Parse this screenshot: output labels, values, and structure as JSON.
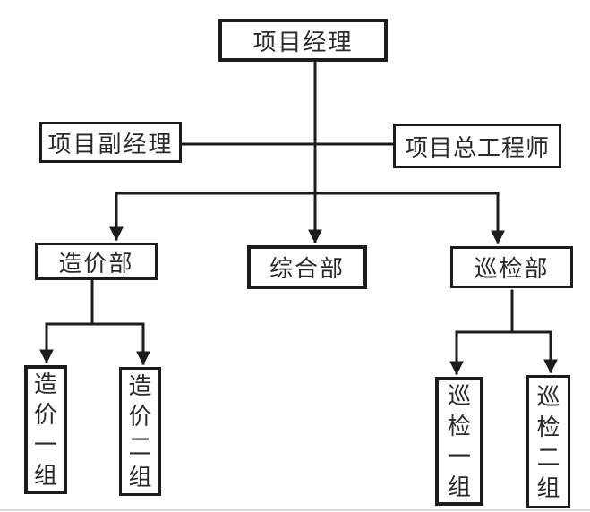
{
  "org": {
    "level1": {
      "project_manager": "项目经理"
    },
    "level2": {
      "deputy_manager": "项目副经理",
      "chief_engineer": "项目总工程师"
    },
    "level3": {
      "cost_dept": "造价部",
      "general_dept": "综合部",
      "inspection_dept": "巡检部"
    },
    "level4": {
      "cost_group1": "造价一组",
      "cost_group2": "造价二组",
      "inspection_group1": "巡检一组",
      "inspection_group2": "巡检二组"
    }
  },
  "edges": [
    {
      "from": "项目经理",
      "to": "项目副经理"
    },
    {
      "from": "项目经理",
      "to": "项目总工程师"
    },
    {
      "from": "项目经理",
      "to": "造价部"
    },
    {
      "from": "项目经理",
      "to": "综合部"
    },
    {
      "from": "项目经理",
      "to": "巡检部"
    },
    {
      "from": "造价部",
      "to": "造价一组"
    },
    {
      "from": "造价部",
      "to": "造价二组"
    },
    {
      "from": "巡检部",
      "to": "巡检一组"
    },
    {
      "from": "巡检部",
      "to": "巡检二组"
    }
  ],
  "colors": {
    "line": "#1c1c1c",
    "box_border": "#1c1c1c",
    "text": "#2a2a2a",
    "background": "#ffffff"
  }
}
